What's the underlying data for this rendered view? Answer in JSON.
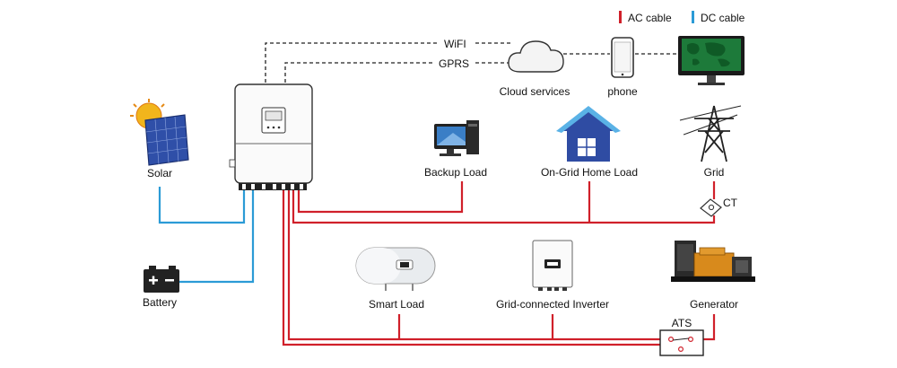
{
  "legend": {
    "ac_label": "AC cable",
    "dc_label": "DC cable",
    "ac_color": "#d0202a",
    "dc_color": "#2b9bd6"
  },
  "links": {
    "wifi": "WiFI",
    "gprs": "GPRS"
  },
  "nodes": {
    "cloud": "Cloud services",
    "phone": "phone",
    "solar": "Solar",
    "battery": "Battery",
    "backup_load": "Backup Load",
    "home_load": "On-Grid Home Load",
    "grid": "Grid",
    "ct": "CT",
    "smart_load": "Smart Load",
    "grid_inverter": "Grid-connected Inverter",
    "generator": "Generator",
    "ats": "ATS"
  },
  "icons": {
    "inverter": "hybrid-inverter-icon",
    "cloud": "cloud-icon",
    "phone": "phone-icon",
    "monitor": "monitor-icon",
    "solar": "solar-panel-icon",
    "battery": "battery-icon",
    "computer": "computer-icon",
    "house": "house-icon",
    "tower": "power-tower-icon",
    "ct": "ct-sensor-icon",
    "heater": "water-heater-icon",
    "grid_inverter": "grid-inverter-icon",
    "generator": "generator-icon"
  }
}
